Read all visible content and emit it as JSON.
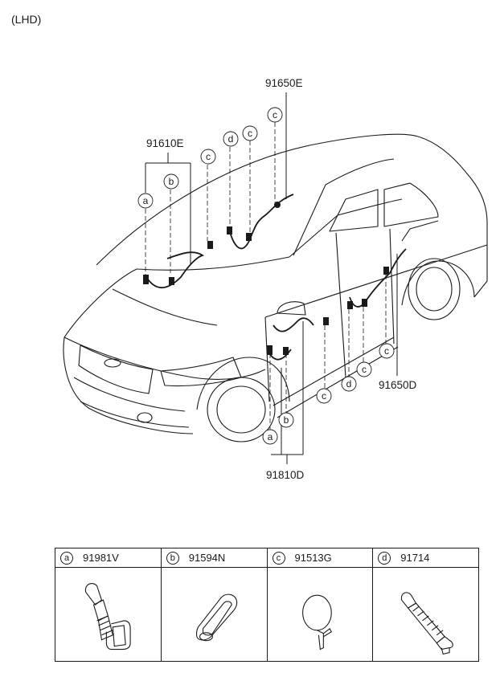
{
  "drive_label": "(LHD)",
  "part_labels": {
    "front_roof": "91610E",
    "rear_roof": "91650E",
    "front_door": "91810D",
    "rear_door": "91650D"
  },
  "callout_letters": {
    "a": "a",
    "b": "b",
    "c": "c",
    "d": "d"
  },
  "legend": [
    {
      "letter": "a",
      "code": "91981V",
      "icon": "grommet-with-corrugated-tube-icon"
    },
    {
      "letter": "b",
      "code": "91594N",
      "icon": "oval-grommet-icon"
    },
    {
      "letter": "c",
      "code": "91513G",
      "icon": "round-clip-icon"
    },
    {
      "letter": "d",
      "code": "91714",
      "icon": "corrugated-tube-icon"
    }
  ],
  "colors": {
    "line": "#1a1a1a",
    "background": "#ffffff"
  }
}
